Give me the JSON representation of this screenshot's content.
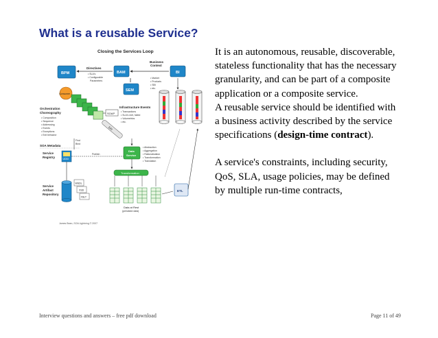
{
  "slide": {
    "title": "What is a reusable Service?",
    "paragraph1": "It is an autonomous, reusable, discoverable, stateless functionality that has the necessary granularity, and can be part of a composite application or a composite service.",
    "paragraph2_pre": "A reusable service should be identified with a business activity described by the service specifications (",
    "paragraph2_bold": "design-time contract",
    "paragraph2_post": ").",
    "paragraph3": "A service's constraints, including security, QoS, SLA, usage policies, may be defined by multiple run-time contracts,"
  },
  "diagram": {
    "heading": "Closing the Services Loop",
    "bpm": "BPM",
    "bam": "BAM",
    "bi": "BI",
    "sem": "SEM",
    "directives": "Directives",
    "directives_items": [
      "• SLA's",
      "• Configurable",
      "Parameters"
    ],
    "business_context": "Business",
    "business_context2": "Context",
    "business_items": [
      "• Market",
      "• Products",
      "• SBI",
      "• etc."
    ],
    "consumer": "Consumer",
    "orchestration": "Orchestration",
    "choreography": "Choreography",
    "orch_items": [
      "• Composition",
      "• Sequence",
      "• Addressing",
      "• Events",
      "• Exceptions",
      "• Exit behavior"
    ],
    "soap": "SOAP",
    "infra_events": "Infrastructure Events",
    "infra_items": [
      "• Transactions",
      "• SLA's met, failed",
      "• Volumetrics",
      "• etc."
    ],
    "find_bind": "Find",
    "find_bind2": "Bind",
    "soa_metadata": "SOA Metadata",
    "registry": "Service",
    "registry2": "Registry",
    "uddi": "UDDI",
    "publish": "Publish",
    "repository": "Service",
    "repository2": "Artifact",
    "repository3": "Repository",
    "wsdl": "WSDL",
    "xsd": "XSD",
    "xslt": "XSLT",
    "data_service": "Data",
    "data_service2": "Service",
    "abstraction_items": [
      "• Abstraction",
      "• Aggregation",
      "• Rationalization",
      "• Transformation",
      "• Translation"
    ],
    "transformation": "Transformation",
    "etl": "ETL",
    "data_at_rest": "Data at Rest",
    "data_at_rest2": "(persisted data)",
    "eai": "EAI",
    "credit": "James Bean, SOA Lightning © 2007"
  },
  "footer": {
    "left": "Interview questions and answers – free pdf download",
    "right": "Page 11 of 49"
  },
  "colors": {
    "title": "#1f2f8f",
    "box_blue": "#1f86c8",
    "box_green": "#3cb54a",
    "consumer_orange": "#f49a2a",
    "light_green": "#bfe8a8"
  }
}
